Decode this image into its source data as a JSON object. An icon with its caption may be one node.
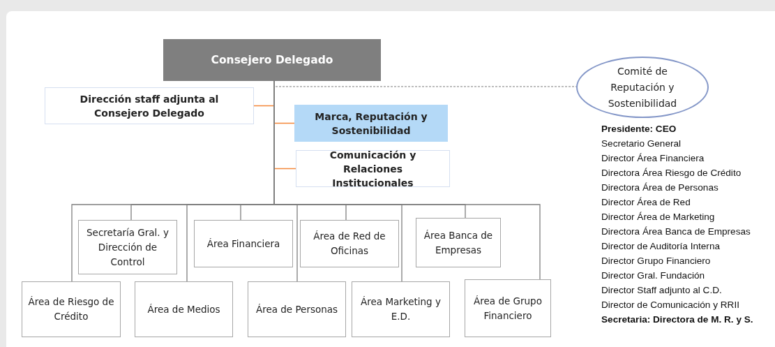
{
  "diagram": {
    "nodes": [
      {
        "text": [
          "Consejero Delegado"
        ]
      },
      {
        "text": [
          "Comité de Reputación y Sostenibilidad"
        ]
      },
      {
        "text": [
          "Dirección staff adjunta al Consejero Delegado"
        ]
      },
      {
        "text": [
          "Marca, Reputación y Sostenibilidad"
        ]
      },
      {
        "text": [
          "Comunicación y Relaciones Institucionales"
        ]
      },
      {
        "text": [
          "Secretaría Gral. y Dirección de Control"
        ]
      },
      {
        "text": [
          "Área Financiera"
        ]
      },
      {
        "text": [
          "Área de Red de Oficinas"
        ]
      },
      {
        "text": [
          "Área Banca de Empresas"
        ]
      },
      {
        "text": [
          "Área de Riesgo de Crédito"
        ]
      },
      {
        "text": [
          "Área de Medios"
        ]
      },
      {
        "text": [
          "Área de Personas"
        ]
      },
      {
        "text": [
          "Área Marketing y E.D."
        ]
      },
      {
        "text": [
          "Área de Grupo Financiero"
        ]
      }
    ],
    "edges": [
      {
        "from": 0,
        "to": 1,
        "arrow": "none",
        "style": "dashed"
      },
      {
        "from": 0,
        "to": 2,
        "arrow": "none",
        "color": "#f4883a"
      },
      {
        "from": 0,
        "to": 3,
        "arrow": "none",
        "color": "#f4883a"
      },
      {
        "from": 0,
        "to": 4,
        "arrow": "none",
        "color": "#f4883a"
      },
      {
        "from": 0,
        "to": 5,
        "arrow": "none"
      },
      {
        "from": 0,
        "to": 6,
        "arrow": "none"
      },
      {
        "from": 0,
        "to": 7,
        "arrow": "none"
      },
      {
        "from": 0,
        "to": 8,
        "arrow": "none"
      },
      {
        "from": 0,
        "to": 9,
        "arrow": "none"
      },
      {
        "from": 0,
        "to": 10,
        "arrow": "none"
      },
      {
        "from": 0,
        "to": 11,
        "arrow": "none"
      },
      {
        "from": 0,
        "to": 12,
        "arrow": "none"
      },
      {
        "from": 0,
        "to": 13,
        "arrow": "none"
      }
    ],
    "labels": [
      "Presidente: CEO",
      "Secretario General",
      "Director Área Financiera",
      "Directora Área Riesgo de Crédito",
      "Directora Área de Personas",
      "Director Área de Red",
      "Director Área de Marketing",
      "Directora Área Banca de Empresas",
      "Director de Auditoría Interna",
      "Director Grupo Financiero",
      "Director Gral. Fundación",
      "Director Staff adjunto al C.D.",
      "Director de Comunicación y RRII",
      "Secretaria: Directora de M. R. y S."
    ]
  }
}
